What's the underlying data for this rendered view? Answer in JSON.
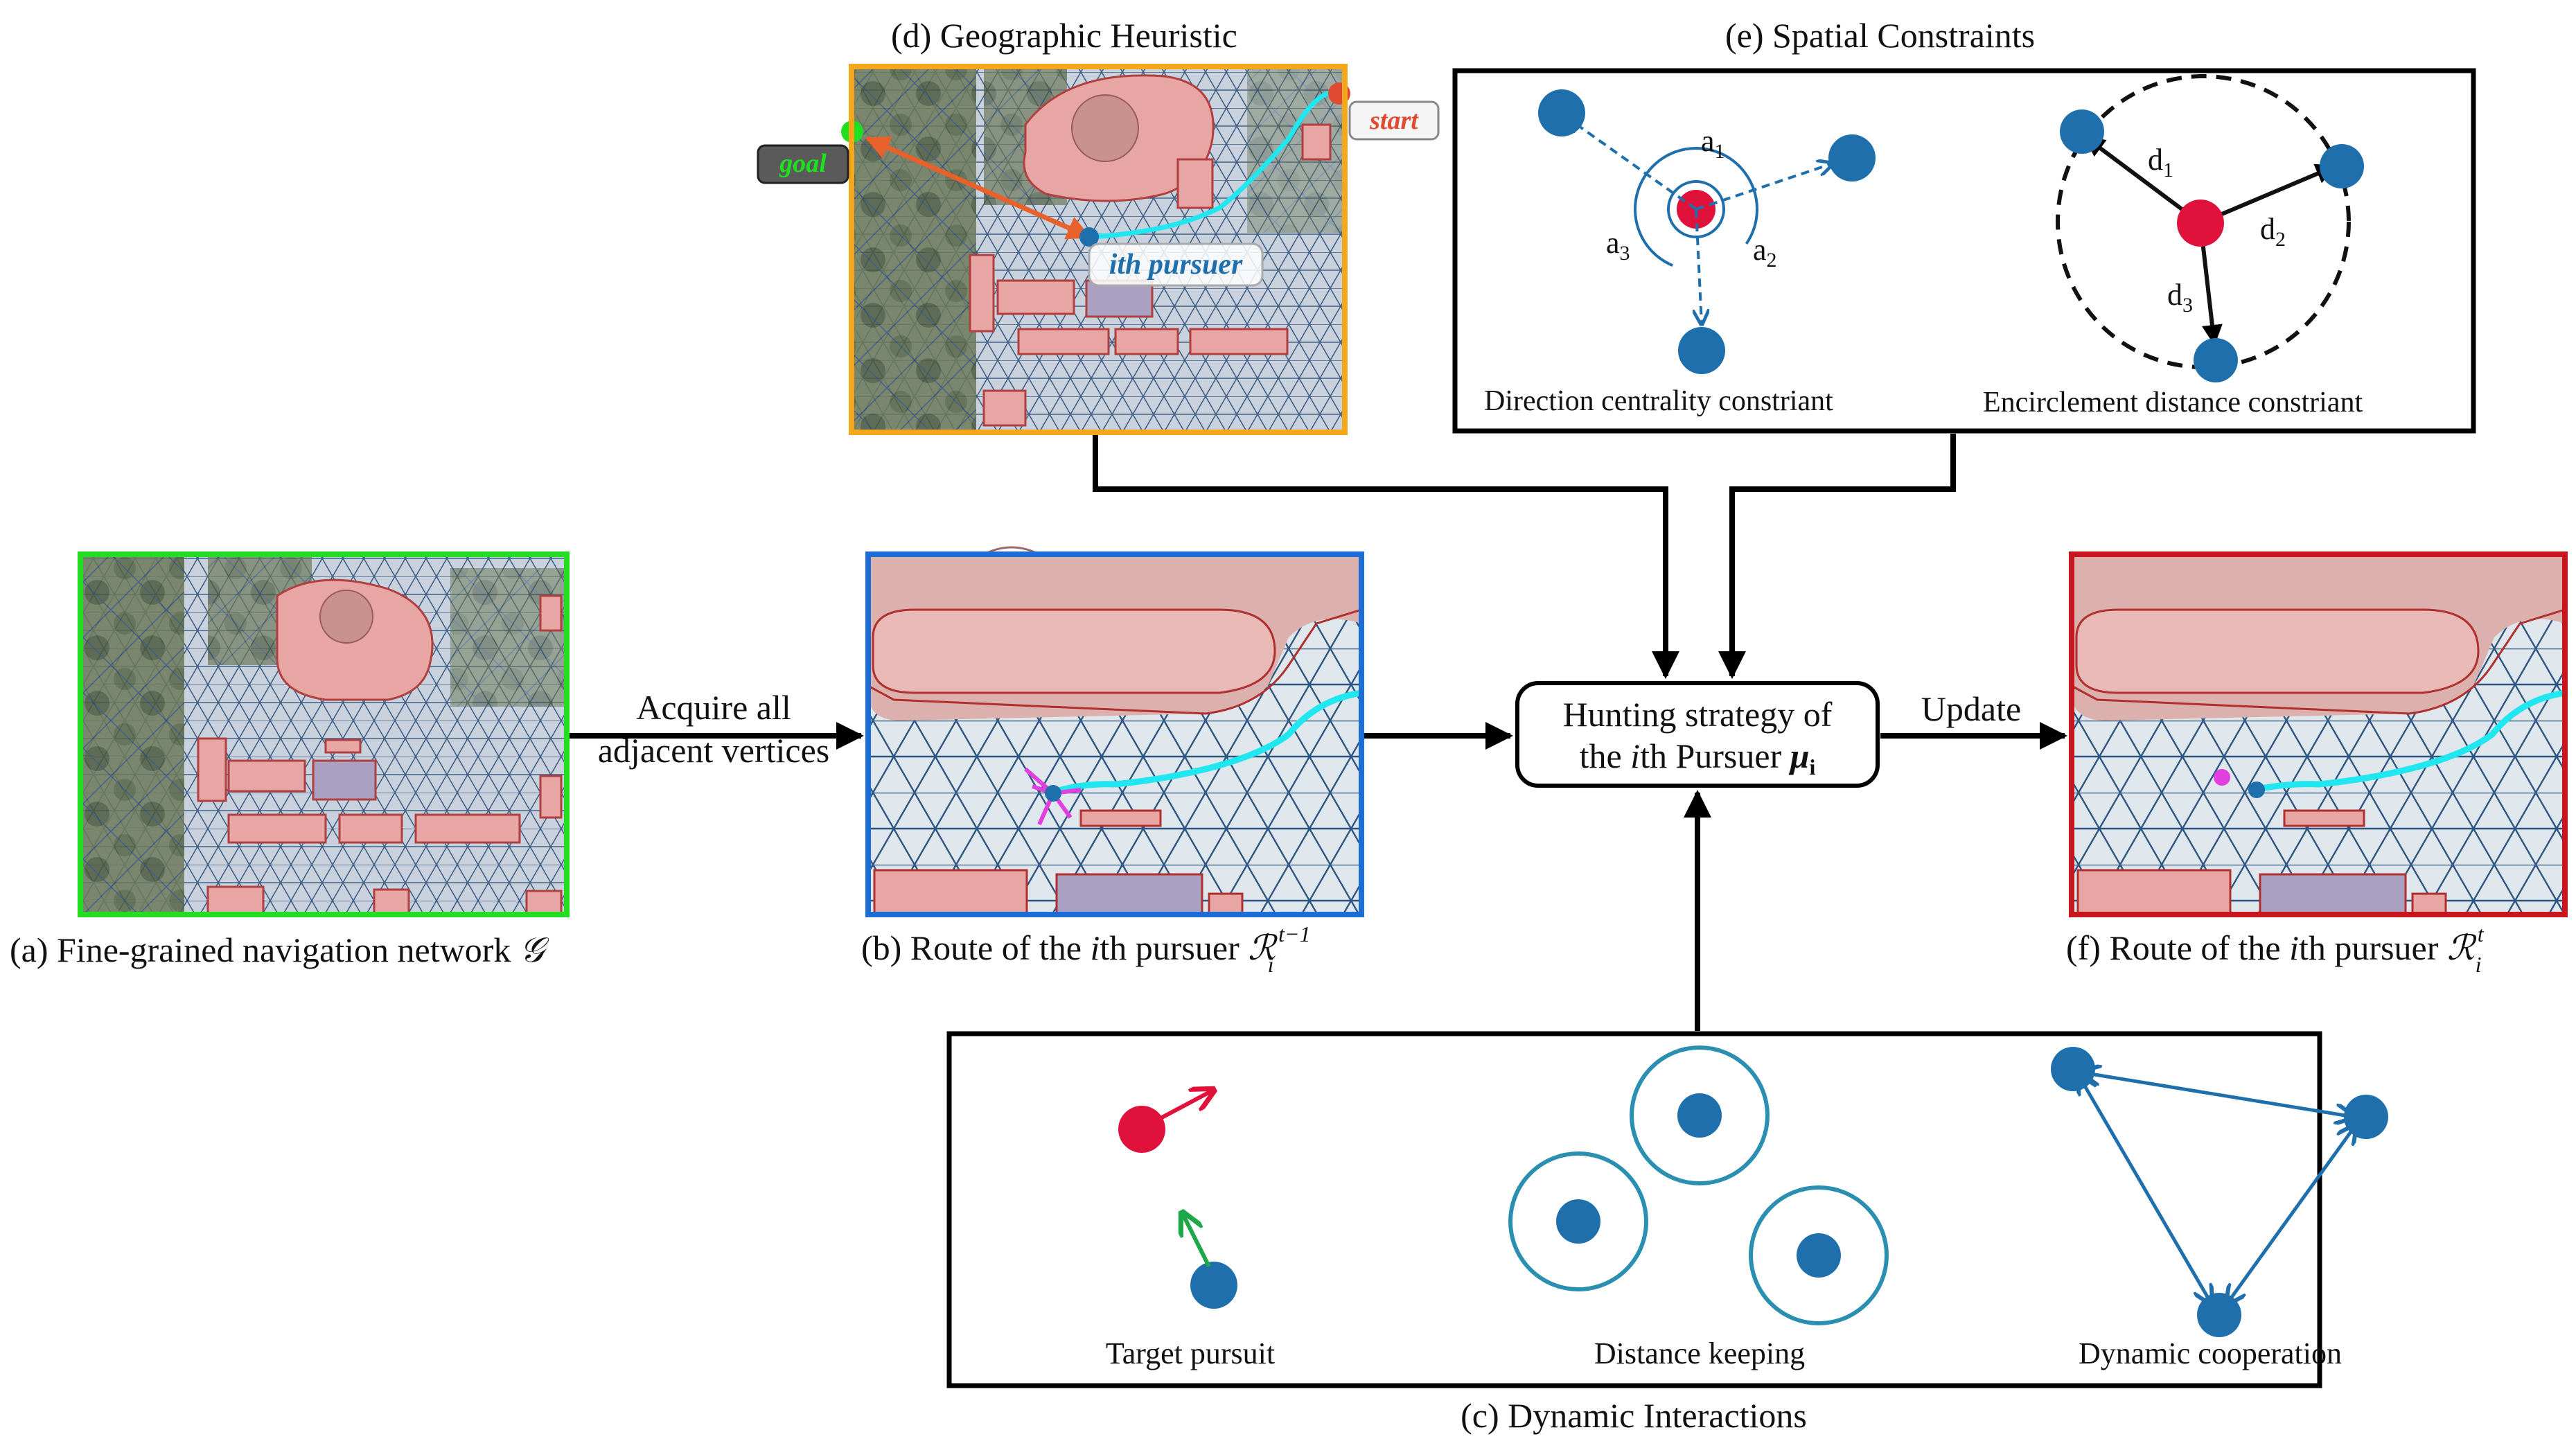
{
  "captions": {
    "a_prefix": "(a) Fine-grained navigation network ",
    "a_symbol": "𝒢",
    "b_prefix": "(b) Route of the ",
    "b_italic": "i",
    "b_mid": "th pursuer  ",
    "b_symbol": "ℛ",
    "b_sub": "i",
    "b_sup": "t−1",
    "c": "(c) Dynamic Interactions",
    "d": "(d) Geographic Heuristic",
    "e": "(e) Spatial Constraints",
    "f_prefix": "(f) Route of the ",
    "f_italic": "i",
    "f_mid": "th pursuer ",
    "f_symbol": "ℛ",
    "f_sub": "i",
    "f_sup": "t"
  },
  "arrows": {
    "acquire_line1": "Acquire all",
    "acquire_line2": "adjacent vertices",
    "update": "Update"
  },
  "center_box": {
    "line1": "Hunting strategy of",
    "line2_pre": "the ",
    "line2_italic": "i",
    "line2_post": "th Pursuer ",
    "line2_symbol": "μ",
    "line2_sub": "i"
  },
  "heuristic": {
    "goal": "goal",
    "start": "start",
    "pursuer": "ith pursuer"
  },
  "spatial": {
    "left_caption": "Direction centrality constriant",
    "right_caption": "Encirclement distance constriant",
    "a1": "a",
    "a1_sub": "1",
    "a2": "a",
    "a2_sub": "2",
    "a3": "a",
    "a3_sub": "3",
    "d1": "d",
    "d1_sub": "1",
    "d2": "d",
    "d2_sub": "2",
    "d3": "d",
    "d3_sub": "3"
  },
  "dynamic": {
    "target_pursuit": "Target pursuit",
    "distance_keeping": "Distance keeping",
    "dynamic_cooperation": "Dynamic cooperation"
  },
  "colors": {
    "pursuer_blue": "#1f6fad",
    "target_red": "#e0113a",
    "frame_a": "#22dd22",
    "frame_b": "#1c6ed6",
    "frame_d": "#f2a81a",
    "frame_f": "#c8161e",
    "route_cyan": "#20e6f0",
    "building_pink": "#e7a6a4",
    "building_lavender": "#a9a0c2",
    "heuristic_arrow": "#e8602a",
    "goal_green": "#1ee01e",
    "start_red": "#e04a30"
  },
  "icons": [
    "mesh-map",
    "arrow",
    "circle-agent"
  ]
}
